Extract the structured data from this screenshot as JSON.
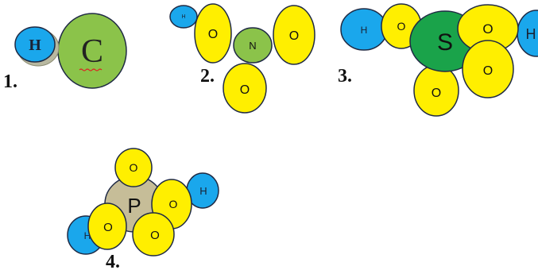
{
  "colors": {
    "hydrogen": "#1aa7ec",
    "oxygen": "#ffef00",
    "carbon": "#8bc34a",
    "nitrogen": "#8bc34a",
    "sulfur": "#1aa34a",
    "phosphorus": "#c6bd98",
    "outline": "#1f2a44"
  },
  "molecules": [
    {
      "number": "1.",
      "atoms": [
        {
          "symbol": "H",
          "element": "hydrogen"
        },
        {
          "symbol": "C",
          "element": "carbon"
        }
      ]
    },
    {
      "number": "2.",
      "atoms": [
        {
          "symbol": "H",
          "element": "hydrogen"
        },
        {
          "symbol": "O",
          "element": "oxygen"
        },
        {
          "symbol": "N",
          "element": "nitrogen"
        },
        {
          "symbol": "O",
          "element": "oxygen"
        },
        {
          "symbol": "O",
          "element": "oxygen"
        }
      ]
    },
    {
      "number": "3.",
      "atoms": [
        {
          "symbol": "H",
          "element": "hydrogen"
        },
        {
          "symbol": "O",
          "element": "oxygen"
        },
        {
          "symbol": "S",
          "element": "sulfur"
        },
        {
          "symbol": "O",
          "element": "oxygen"
        },
        {
          "symbol": "H",
          "element": "hydrogen"
        },
        {
          "symbol": "O",
          "element": "oxygen"
        },
        {
          "symbol": "O",
          "element": "oxygen"
        }
      ]
    },
    {
      "number": "4.",
      "atoms": [
        {
          "symbol": "P",
          "element": "phosphorus"
        },
        {
          "symbol": "O",
          "element": "oxygen"
        },
        {
          "symbol": "O",
          "element": "oxygen"
        },
        {
          "symbol": "H",
          "element": "hydrogen"
        },
        {
          "symbol": "O",
          "element": "oxygen"
        },
        {
          "symbol": "H",
          "element": "hydrogen"
        },
        {
          "symbol": "O",
          "element": "oxygen"
        }
      ]
    }
  ]
}
